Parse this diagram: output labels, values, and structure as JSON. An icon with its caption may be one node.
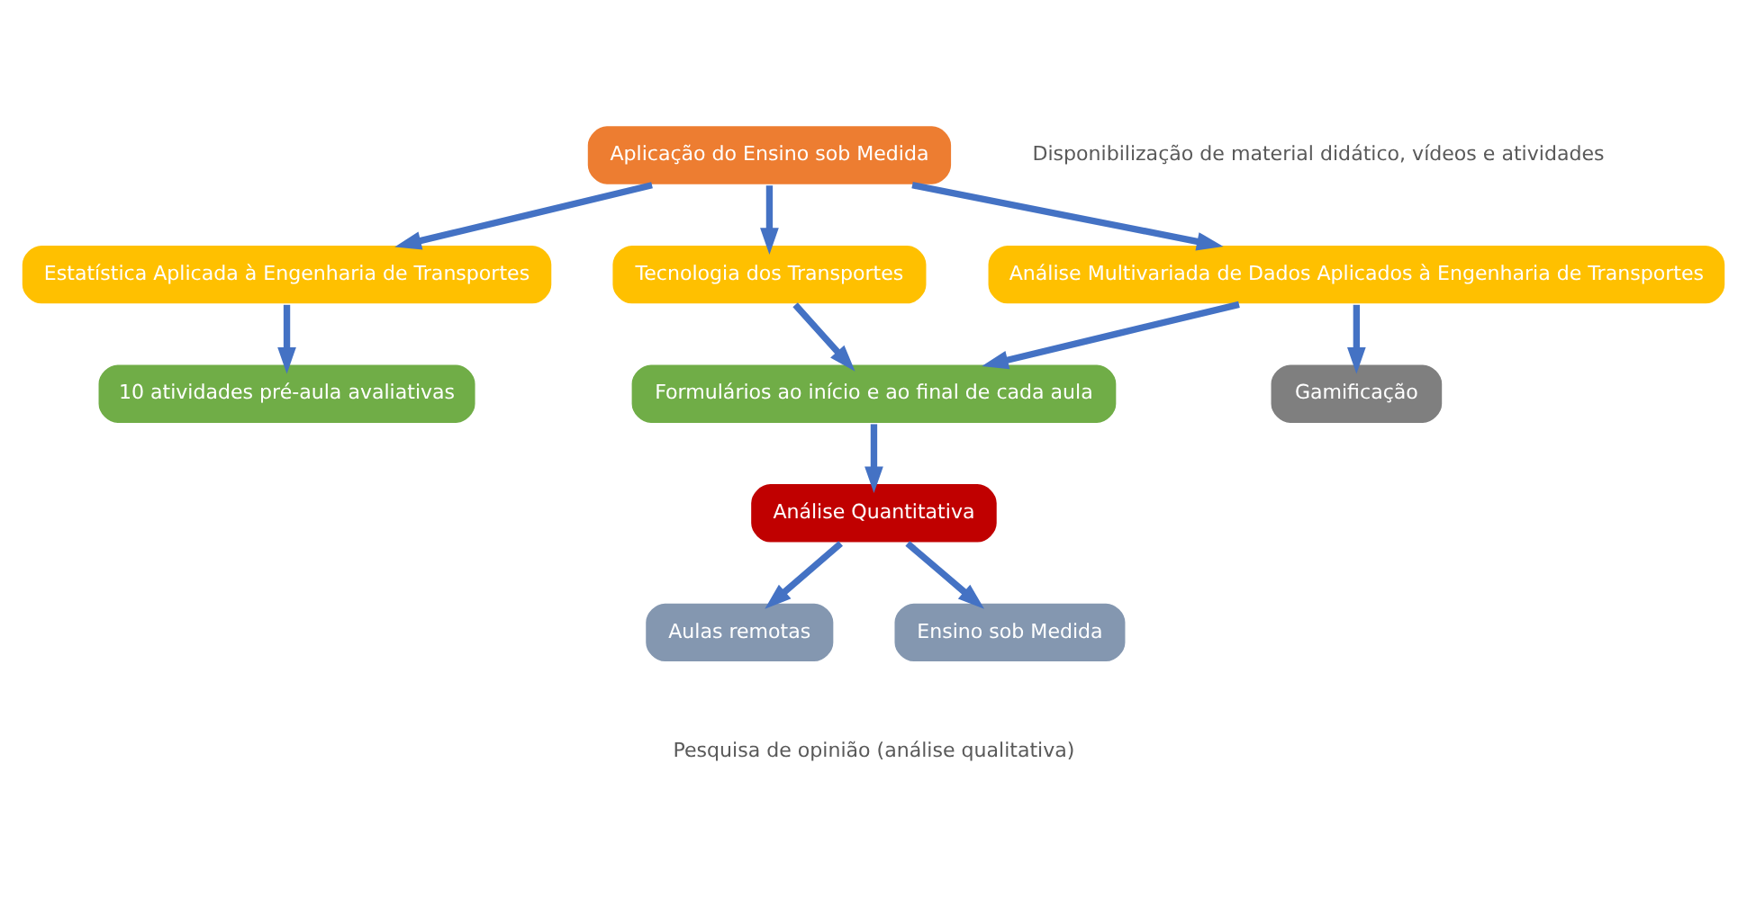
{
  "diagram": {
    "nodes": [
      {
        "text": [
          "Aplicação do Ensino sob Medida"
        ]
      },
      {
        "text": [
          "Estatística Aplicada à Engenharia de Transportes"
        ]
      },
      {
        "text": [
          "Tecnologia dos Transportes"
        ]
      },
      {
        "text": [
          "Análise Multivariada de Dados Aplicados à Engenharia de Transportes"
        ]
      },
      {
        "text": [
          "10 atividades pré-aula avaliativas"
        ]
      },
      {
        "text": [
          "Formulários ao início e ao final de cada aula"
        ]
      },
      {
        "text": [
          "Gamificação"
        ]
      },
      {
        "text": [
          "Análise Quantitativa"
        ]
      },
      {
        "text": [
          "Aulas remotas"
        ]
      },
      {
        "text": [
          "Ensino sob Medida"
        ]
      }
    ],
    "edges": [
      {
        "from": 0,
        "to": 1,
        "arrow": "to"
      },
      {
        "from": 0,
        "to": 2,
        "arrow": "to"
      },
      {
        "from": 0,
        "to": 3,
        "arrow": "to"
      },
      {
        "from": 1,
        "to": 4,
        "arrow": "to"
      },
      {
        "from": 2,
        "to": 5,
        "arrow": "to"
      },
      {
        "from": 3,
        "to": 5,
        "arrow": "to"
      },
      {
        "from": 3,
        "to": 6,
        "arrow": "to"
      },
      {
        "from": 5,
        "to": 7,
        "arrow": "to"
      },
      {
        "from": 7,
        "to": 8,
        "arrow": "to"
      },
      {
        "from": 7,
        "to": 9,
        "arrow": "to"
      }
    ],
    "labels": [
      "Disponibilização de material didático, vídeos e atividades",
      "Pesquisa de opinião (análise qualitativa)"
    ]
  }
}
